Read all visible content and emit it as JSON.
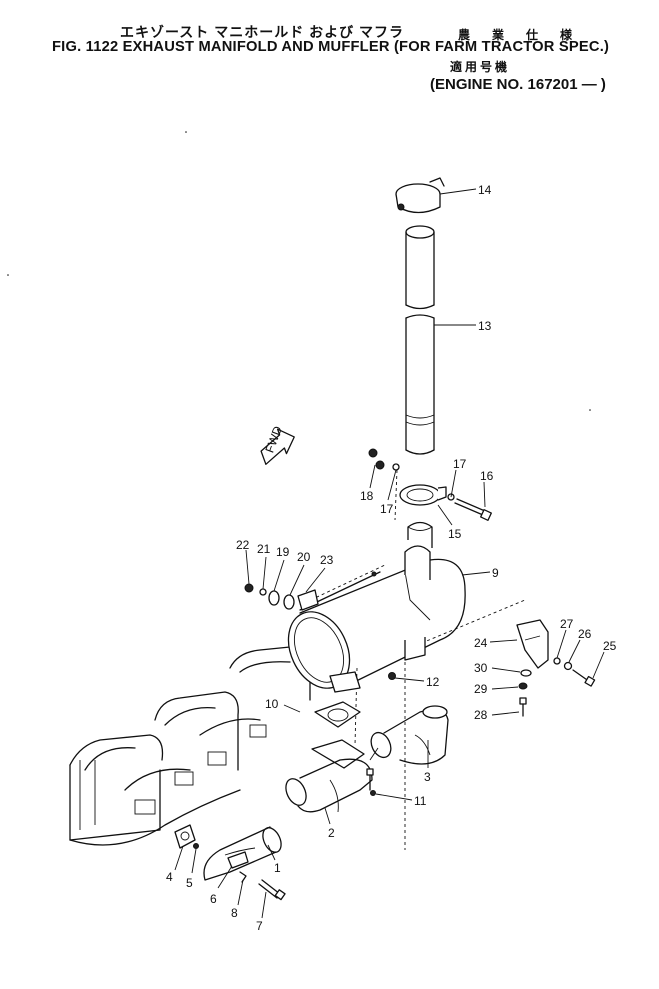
{
  "header": {
    "jp_title": "エキゾースト マニホールド および マフラ",
    "jp_spec": "農業仕様",
    "fig_title": "FIG. 1122  EXHAUST MANIFOLD AND MUFFLER (FOR FARM TRACTOR SPEC.)",
    "jp_applicability": "適用号機",
    "engine_no": "(ENGINE  NO.  167201 ― )"
  },
  "direction_tag": "FWD",
  "callouts": [
    "1",
    "2",
    "3",
    "4",
    "5",
    "6",
    "7",
    "8",
    "9",
    "10",
    "11",
    "12",
    "13",
    "14",
    "15",
    "16",
    "17",
    "17",
    "18",
    "19",
    "20",
    "21",
    "22",
    "23",
    "24",
    "25",
    "26",
    "27",
    "28",
    "29",
    "30"
  ]
}
